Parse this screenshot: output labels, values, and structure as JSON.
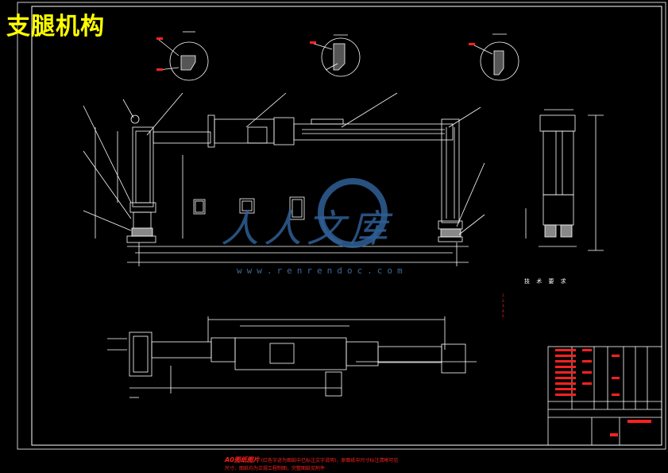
{
  "drawing": {
    "title": "支腿机构",
    "tech_heading": "技 术 要 求",
    "tech_notes": [
      "1.",
      "2.",
      "3.",
      "4.",
      "5."
    ],
    "footer_lead": "A0图纸图片",
    "footer_line1": "(红色字迹为图纸中已标注文字说明)，原图纸中尺寸标注清晰可见",
    "footer_line2": "尺寸、图纸均为正规工程制图，完整图纸见附件"
  },
  "watermark": {
    "text_cn": "人人文库",
    "text_url": "www.renrendoc.com"
  },
  "colors": {
    "line": "#ffffff",
    "title": "#ffff00",
    "annotation": "#ff2020",
    "watermark": "#3c6a9a"
  }
}
